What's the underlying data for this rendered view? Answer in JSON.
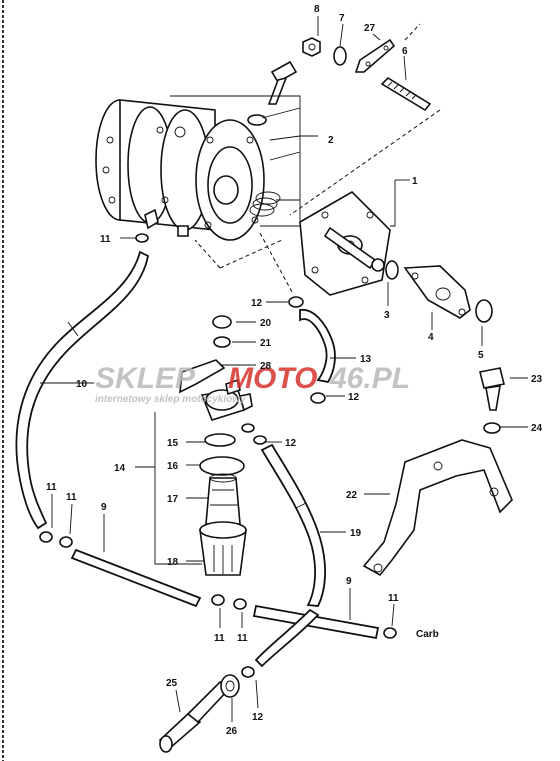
{
  "watermark": {
    "brand_left": "SKLEP",
    "brand_mid": "MOTO",
    "brand_right": "46.PL",
    "tagline": "internetowy sklep motocyklowy",
    "colors": {
      "grey": "#b9b9b9",
      "red": "#d8332f"
    }
  },
  "labels": {
    "p1": "1",
    "p2": "2",
    "p3": "3",
    "p4": "4",
    "p5": "5",
    "p6": "6",
    "p7": "7",
    "p8": "8",
    "p9a": "9",
    "p9b": "9",
    "p10": "10",
    "p11a": "11",
    "p11b": "11",
    "p11c": "11",
    "p11d": "11",
    "p11e": "11",
    "p11f": "11",
    "p12a": "12",
    "p12b": "12",
    "p12c": "12",
    "p12d": "12",
    "p13": "13",
    "p14": "14",
    "p15": "15",
    "p16": "16",
    "p17": "17",
    "p18": "18",
    "p19": "19",
    "p20": "20",
    "p21": "21",
    "p22": "22",
    "p23": "23",
    "p24": "24",
    "p25": "25",
    "p26": "26",
    "p27": "27",
    "p28": "28",
    "carb": "Carb"
  }
}
